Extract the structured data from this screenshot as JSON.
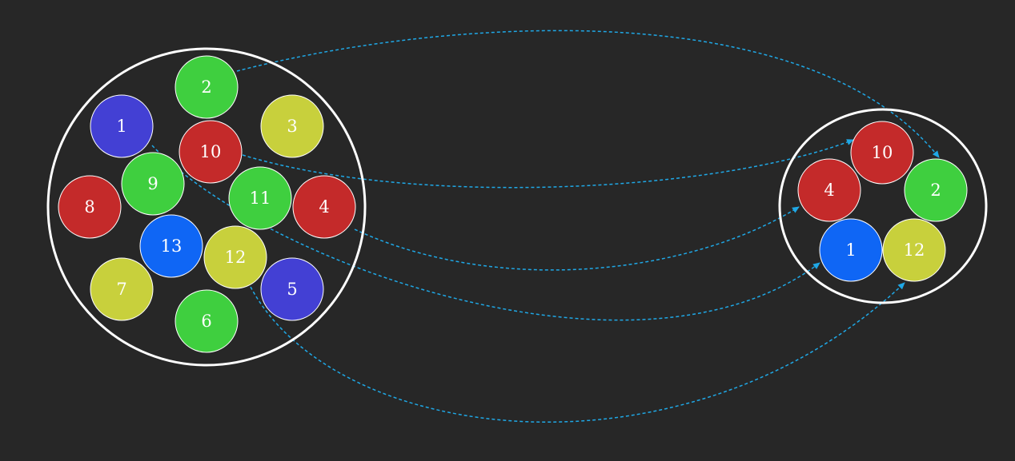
{
  "colors": {
    "background": "#272727",
    "outline": "#ffffff",
    "arrow": "#1fa8e6",
    "green": "#3fcf3f",
    "red": "#c42a2a",
    "yellow": "#c8d03c",
    "purple": "#4340d4",
    "blue": "#0f66f5"
  },
  "source_set": {
    "nodes": [
      {
        "label": "2",
        "color": "green"
      },
      {
        "label": "1",
        "color": "purple"
      },
      {
        "label": "3",
        "color": "yellow"
      },
      {
        "label": "10",
        "color": "red"
      },
      {
        "label": "9",
        "color": "green"
      },
      {
        "label": "8",
        "color": "red"
      },
      {
        "label": "11",
        "color": "green"
      },
      {
        "label": "4",
        "color": "red"
      },
      {
        "label": "13",
        "color": "blue"
      },
      {
        "label": "12",
        "color": "yellow"
      },
      {
        "label": "7",
        "color": "yellow"
      },
      {
        "label": "5",
        "color": "purple"
      },
      {
        "label": "6",
        "color": "green"
      }
    ]
  },
  "target_set": {
    "nodes": [
      {
        "label": "10",
        "color": "red"
      },
      {
        "label": "4",
        "color": "red"
      },
      {
        "label": "2",
        "color": "green"
      },
      {
        "label": "1",
        "color": "blue"
      },
      {
        "label": "12",
        "color": "yellow"
      }
    ]
  },
  "mappings": [
    {
      "from": "2",
      "to": "2"
    },
    {
      "from": "10",
      "to": "10"
    },
    {
      "from": "4",
      "to": "4"
    },
    {
      "from": "1",
      "to": "1"
    },
    {
      "from": "12",
      "to": "12"
    }
  ]
}
